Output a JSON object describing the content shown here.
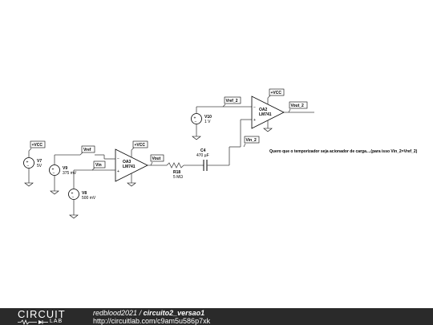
{
  "note": "Quero que o temporizador seja acionador de carga....(para isso Vin_2=Vref_2)",
  "net_labels": {
    "vcc1": "+VCC",
    "vcc2": "+VCC",
    "vcc3": "+VCC",
    "vref": "Vref",
    "vin": "Vin",
    "vout": "Vout",
    "vref2": "Vref_2",
    "vin2": "Vin_2",
    "vout2": "Vout_2"
  },
  "components": {
    "v7": {
      "name": "V7",
      "value": "5V"
    },
    "v9a": {
      "name": "V9",
      "value": "375 mV"
    },
    "v8": {
      "name": "V8",
      "value": "500 mV"
    },
    "v10": {
      "name": "V10",
      "value": "1 V"
    },
    "oa3": {
      "name": "OA3",
      "part": "LM741"
    },
    "oa2": {
      "name": "OA2",
      "part": "LM741"
    },
    "r18": {
      "name": "R18",
      "value": "5 MΩ"
    },
    "c4": {
      "name": "C4",
      "value": "470 µF"
    }
  },
  "footer": {
    "logo_main": "CIRCUIT",
    "logo_sub": "LAB",
    "author": "redblood2021",
    "separator": "/",
    "project": "circuito2_versao1",
    "url": "http://circuitlab.com/c9am5u586p7xk"
  }
}
